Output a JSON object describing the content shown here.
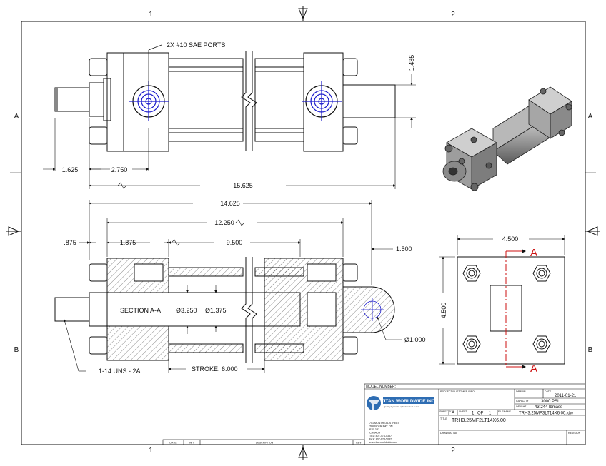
{
  "zones": {
    "top_1": "1",
    "top_2": "2",
    "bottom_1": "1",
    "bottom_2": "2",
    "left_a": "A",
    "left_b": "B",
    "right_a": "A",
    "right_b": "B"
  },
  "top_view": {
    "port_callout": "2X #10 SAE PORTS",
    "dim_1625": "1.625",
    "dim_2750": "2.750",
    "dim_15625": "15.625",
    "dim_1485": "1.485"
  },
  "section_view": {
    "dim_14625": "14.625",
    "dim_12250": "12.250",
    "dim_875": ".875",
    "dim_1875": "1.875",
    "dim_9500": "9.500",
    "dim_1500": "1.500",
    "section_label": "SECTION A-A",
    "bore_dia": "Ø3.250",
    "rod_dia": "Ø1.375",
    "pin_dia": "Ø1.000",
    "thread": "1-14 UNS - 2A",
    "stroke": "STROKE: 6.000"
  },
  "end_view": {
    "dim_width": "4.500",
    "dim_height": "4.500",
    "section_a_top": "A",
    "section_a_bottom": "A"
  },
  "revision_table": {
    "col_date": "DATE",
    "col_init": "INIT",
    "col_desc": "DESCRIPTION",
    "col_rev": "REV"
  },
  "title_block": {
    "model_number_label": "MODEL NUMBER:",
    "company": "TITAN WORLDWIDE INC.",
    "tagline": "Quality hydraulic cylinders built to last",
    "address": [
      "701 MONTREAL STREET",
      "THUNDER BAY, ON",
      "P7E 3P2",
      "CANADA",
      "TEL: 807-474-5337",
      "FAX: 807-623-5082",
      "www.titanworldwide.com"
    ],
    "project_label": "PROJECT/CUSTOMER INFO:",
    "drawn_label": "DRAWN",
    "date_label": "DATE",
    "date_value": "2011-01-21",
    "capacity_label": "CAPACITY",
    "capacity_value": "3000 PSI",
    "weight_label": "WEIGHT",
    "weight_value": "43.244 lbmass",
    "size_label": "SHEET SIZE",
    "size_value": "A",
    "sheet_label": "SHEET",
    "sheet_value": "1",
    "of_label": "OF",
    "of_value": "1",
    "filename_label": "FILENAME",
    "filename_value": "TRH3.25MP3LT14X6.00.idw",
    "title_label": "TITLE",
    "title_value": "TRH3.25MF2LT14X6.00",
    "drawing_no_label": "DRAWING No:",
    "revision_label": "REVISION"
  }
}
